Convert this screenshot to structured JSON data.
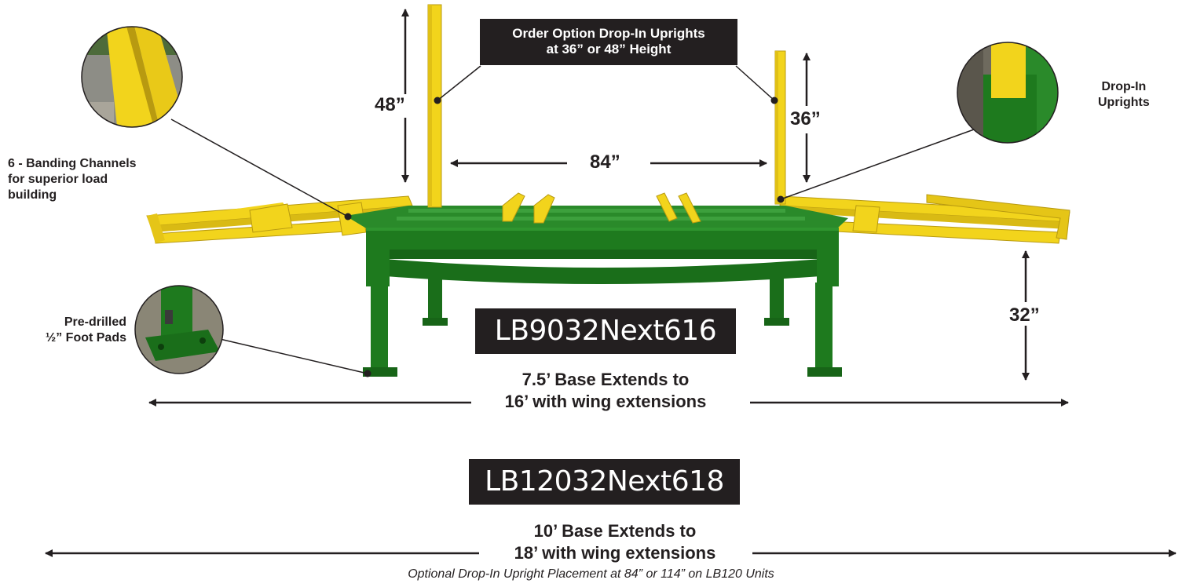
{
  "callouts": {
    "uprights_box_line1": "Order Option Drop-In Uprights",
    "uprights_box_line2": "at 36” or 48” Height",
    "drop_in_line1": "Drop-In",
    "drop_in_line2": "Uprights",
    "banding_line1": "6 - Banding Channels",
    "banding_line2": "for superior load",
    "banding_line3": "building",
    "foot_line1": "Pre-drilled",
    "foot_line2": "½” Foot Pads"
  },
  "dimensions": {
    "left_upright": "48”",
    "right_upright": "36”",
    "width_between": "84”",
    "height": "32”"
  },
  "models": [
    {
      "name": "LB9032Next616",
      "desc_line1": "7.5’ Base Extends to",
      "desc_line2": "16’ with wing extensions"
    },
    {
      "name": "LB12032Next618",
      "desc_line1": "10’ Base Extends to",
      "desc_line2": "18’ with wing extensions"
    }
  ],
  "footnote": "Optional Drop-In Upright Placement at 84” or 114” on LB120 Units",
  "colors": {
    "frame_green": "#1e7a1e",
    "upright_yellow": "#f2d41c",
    "label_dark": "#231f20"
  }
}
